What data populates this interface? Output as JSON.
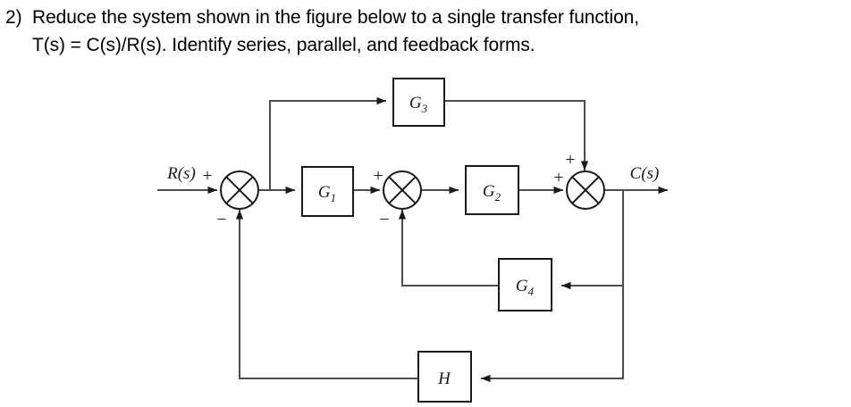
{
  "question": {
    "number": "2)",
    "line1": "Reduce the system shown in the figure below to a single transfer function,",
    "line2": "T(s) = C(s)/R(s). Identify series, parallel, and feedback forms."
  },
  "diagram": {
    "type": "block-diagram",
    "title": "control system block diagram",
    "input_label": "R(s)",
    "output_label": "C(s)",
    "blocks": [
      {
        "id": "G3",
        "base": "G",
        "sub": "3"
      },
      {
        "id": "G1",
        "base": "G",
        "sub": "1"
      },
      {
        "id": "G2",
        "base": "G",
        "sub": "2"
      },
      {
        "id": "G4",
        "base": "G",
        "sub": "4"
      },
      {
        "id": "H",
        "base": "H",
        "sub": ""
      }
    ],
    "summing_junctions": [
      {
        "id": "sum1",
        "signs": {
          "input": "+",
          "feedback": "−"
        }
      },
      {
        "id": "sum2",
        "signs": {
          "input": "+",
          "feedback": "−"
        }
      },
      {
        "id": "sum3",
        "signs": {
          "input": "+",
          "top": "+"
        }
      }
    ],
    "signs": {
      "sum1_plus": "+",
      "sum1_minus": "−",
      "sum2_plus": "+",
      "sum2_minus": "−",
      "sum3_plus_left": "+",
      "sum3_plus_top": "+"
    },
    "colors": {
      "line": "#4d4d4d",
      "box_border": "#1a1a1a",
      "text": "#1a1a1a",
      "background": "#ffffff"
    },
    "connections": [
      "R(s) -> sum1 (+)",
      "sum1 -> branch -> G1",
      "branch -> G3",
      "G1 -> sum2 (+)",
      "sum2 -> G2",
      "G2 -> sum3 (+)",
      "G3 -> sum3 (+ top)",
      "sum3 -> C(s) with branch",
      "branch -> G4 -> sum2 (−)",
      "branch -> H -> sum1 (−)"
    ]
  }
}
